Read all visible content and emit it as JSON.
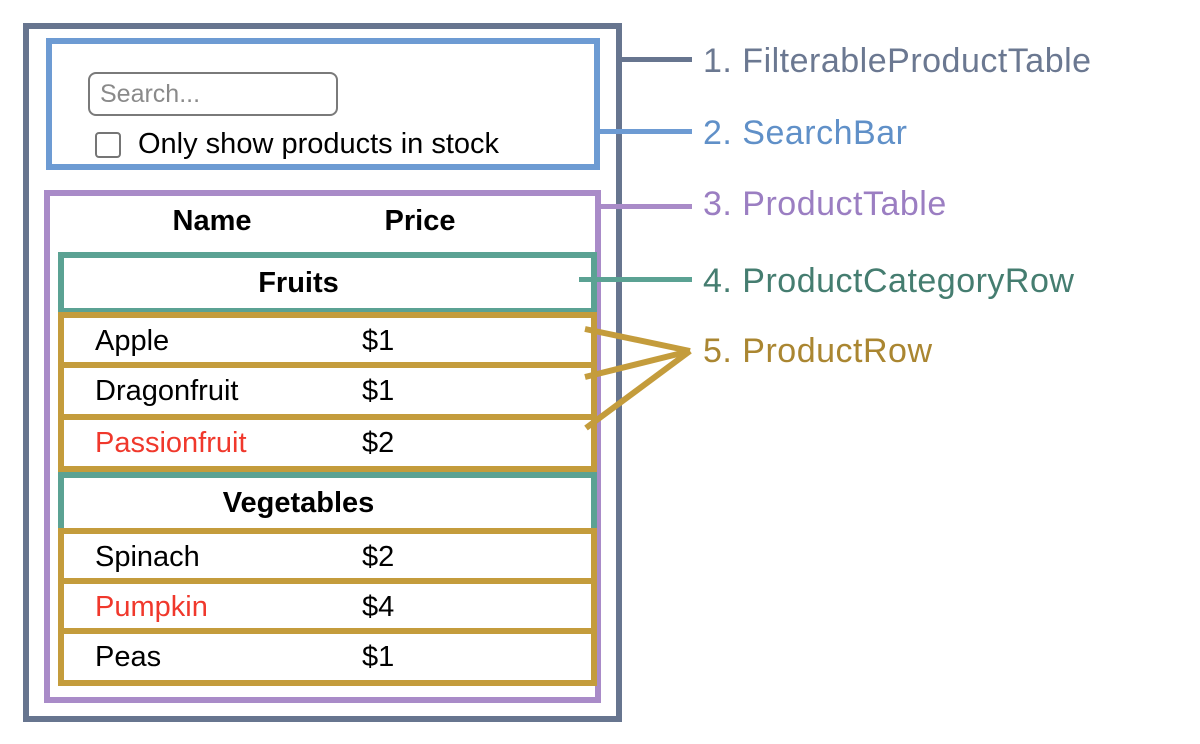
{
  "legend": {
    "items": [
      {
        "label": "1. FilterableProductTable",
        "color": "#6b7891"
      },
      {
        "label": "2. SearchBar",
        "color": "#6090c8"
      },
      {
        "label": "3. ProductTable",
        "color": "#9b7ec2"
      },
      {
        "label": "4. ProductCategoryRow",
        "color": "#457d70"
      },
      {
        "label": "5. ProductRow",
        "color": "#aa8631"
      }
    ]
  },
  "search_bar": {
    "placeholder": "Search...",
    "value": "",
    "checkbox": {
      "label": "Only show products in stock",
      "checked": false
    }
  },
  "product_table": {
    "headers": {
      "name": "Name",
      "price": "Price"
    },
    "sections": [
      {
        "category": "Fruits",
        "rows": [
          {
            "name": "Apple",
            "price": "$1",
            "out_of_stock": false
          },
          {
            "name": "Dragonfruit",
            "price": "$1",
            "out_of_stock": false
          },
          {
            "name": "Passionfruit",
            "price": "$2",
            "out_of_stock": true
          }
        ]
      },
      {
        "category": "Vegetables",
        "rows": [
          {
            "name": "Spinach",
            "price": "$2",
            "out_of_stock": false
          },
          {
            "name": "Pumpkin",
            "price": "$4",
            "out_of_stock": true
          },
          {
            "name": "Peas",
            "price": "$1",
            "out_of_stock": false
          }
        ]
      }
    ]
  },
  "colors": {
    "filterable_product_table": "#67758f",
    "search_bar": "#6d9bd3",
    "product_table": "#a98bc8",
    "product_category_row": "#5ba293",
    "product_row": "#c49c3c",
    "out_of_stock_text": "#f0382c"
  }
}
